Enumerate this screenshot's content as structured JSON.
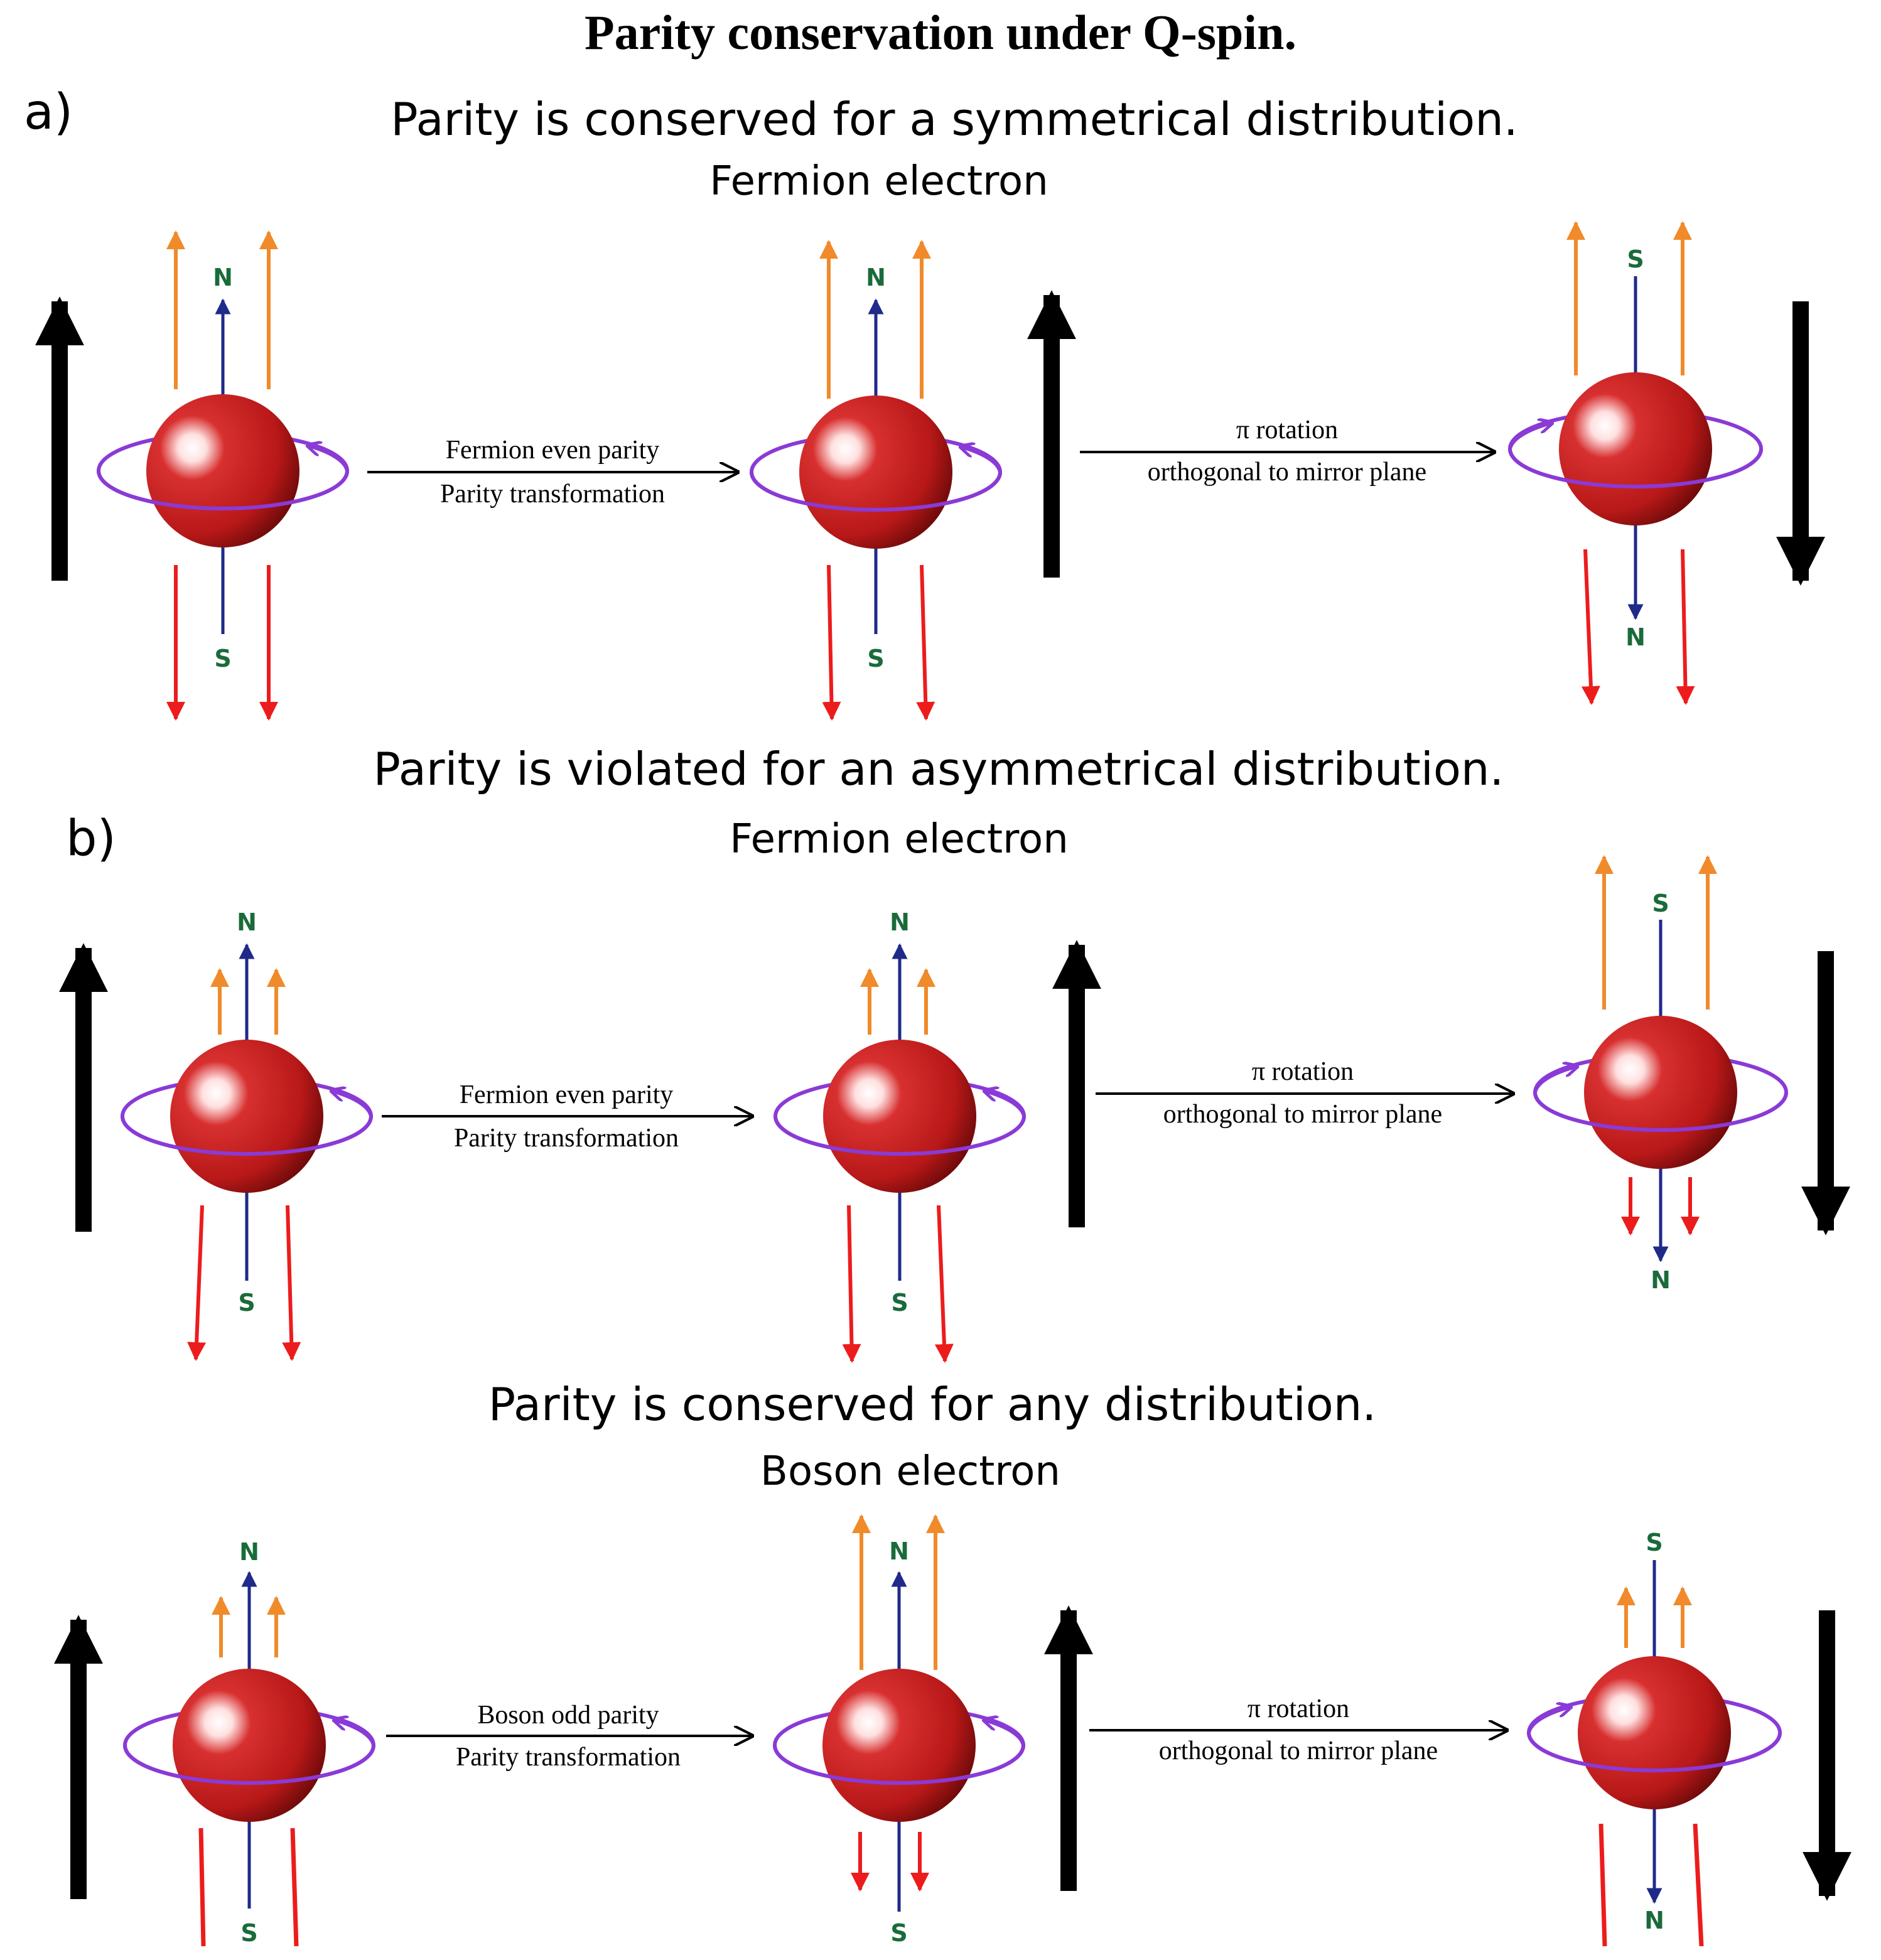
{
  "title": "Parity conservation under Q-spin.",
  "colors": {
    "ball": "#c0201f",
    "ball_dark": "#7a0f0f",
    "orbit": "#8a3ad6",
    "axis": "#1f2a8a",
    "pole_label": "#1a6b3a",
    "orange": "#f08a2a",
    "red": "#ec1c1c",
    "black": "#000000"
  },
  "sections": [
    {
      "letter": "a)",
      "heading": "Parity is conserved for a symmetrical distribution.",
      "subheading": "Fermion electron",
      "transform1": {
        "line1": "Fermion even  parity",
        "line2": "Parity transformation"
      },
      "transform2": {
        "line1": "π rotation",
        "line2": "orthogonal to mirror plane"
      },
      "pole_labels": {
        "p1": {
          "top": "N",
          "bottom": "S"
        },
        "p2": {
          "top": "N",
          "bottom": "S"
        },
        "p3": {
          "top": "S",
          "bottom": "N"
        }
      }
    },
    {
      "letter": "b)",
      "heading": "Parity is violated for an asymmetrical distribution.",
      "subheading": "Fermion electron",
      "transform1": {
        "line1": "Fermion even  parity",
        "line2": "Parity transformation"
      },
      "transform2": {
        "line1": "π rotation",
        "line2": "orthogonal to mirror plane"
      },
      "pole_labels": {
        "p1": {
          "top": "N",
          "bottom": "S"
        },
        "p2": {
          "top": "N",
          "bottom": "S"
        },
        "p3": {
          "top": "S",
          "bottom": "N"
        }
      }
    },
    {
      "letter": "",
      "heading": "Parity is conserved for any distribution.",
      "subheading": "Boson electron",
      "transform1": {
        "line1": "Boson odd parity",
        "line2": "Parity transformation"
      },
      "transform2": {
        "line1": "π rotation",
        "line2": "orthogonal to mirror plane"
      },
      "pole_labels": {
        "p1": {
          "top": "N",
          "bottom": "S"
        },
        "p2": {
          "top": "N",
          "bottom": "S"
        },
        "p3": {
          "top": "S",
          "bottom": "N"
        }
      }
    }
  ]
}
